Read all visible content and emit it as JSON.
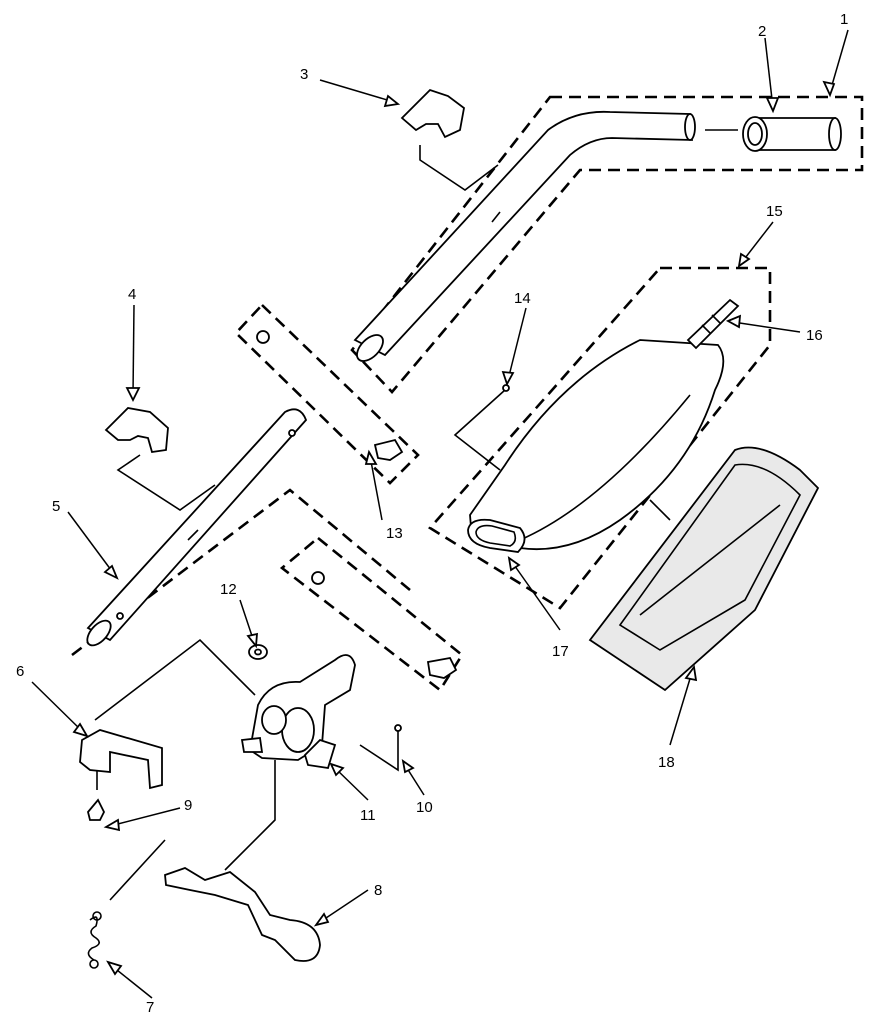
{
  "diagram": {
    "callouts": [
      {
        "id": "1",
        "text": "1"
      },
      {
        "id": "2",
        "text": "2"
      },
      {
        "id": "3",
        "text": "3"
      },
      {
        "id": "4",
        "text": "4"
      },
      {
        "id": "5",
        "text": "5"
      },
      {
        "id": "6",
        "text": "6"
      },
      {
        "id": "7",
        "text": "7"
      },
      {
        "id": "8",
        "text": "8"
      },
      {
        "id": "9",
        "text": "9"
      },
      {
        "id": "10",
        "text": "10"
      },
      {
        "id": "11",
        "text": "11"
      },
      {
        "id": "12",
        "text": "12"
      },
      {
        "id": "13",
        "text": "13"
      },
      {
        "id": "14",
        "text": "14"
      },
      {
        "id": "15",
        "text": "15"
      },
      {
        "id": "16",
        "text": "16"
      },
      {
        "id": "17",
        "text": "17"
      },
      {
        "id": "18",
        "text": "18"
      }
    ],
    "parts": [
      "upper-handle-tube",
      "grip-sleeve",
      "upper-cord-hook",
      "lower-cord-hook",
      "lower-handle-tube",
      "handle-bracket",
      "spring",
      "release-pedal",
      "screw",
      "screw",
      "handle-pivot-housing",
      "nut",
      "screw-nut-set",
      "rivet",
      "outer-bag-assembly",
      "bag-spring",
      "bag-collar",
      "bag-cover"
    ]
  }
}
